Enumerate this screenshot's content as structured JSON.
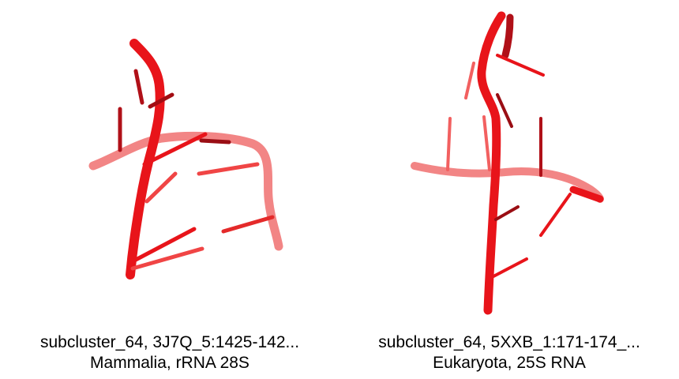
{
  "panels": [
    {
      "caption_line1": "subcluster_64, 3J7Q_5:1425-142...",
      "caption_line2": "Mammalia, rRNA 28S",
      "color": "#e8141a"
    },
    {
      "caption_line1": "subcluster_64, 5XXB_1:171-174_...",
      "caption_line2": "Eukaryota, 25S RNA",
      "color": "#e8141a"
    }
  ]
}
